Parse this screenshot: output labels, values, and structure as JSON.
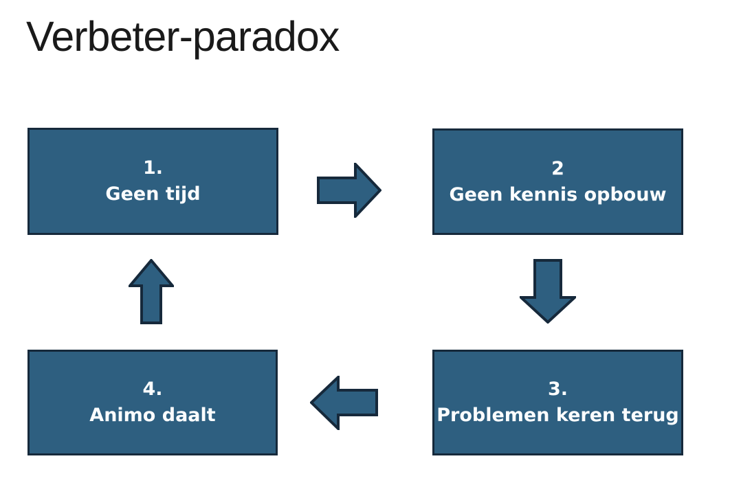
{
  "title": "Verbeter-paradox",
  "colors": {
    "background": "#FFFFFF",
    "box_fill": "#2E5F80",
    "box_border": "#16293B",
    "box_text": "#FBFDFE",
    "title_text": "#1A1A1A"
  },
  "diagram": {
    "type": "cycle",
    "nodes": [
      {
        "number": "1.",
        "label": "Geen tijd"
      },
      {
        "number": "2",
        "label": "Geen kennis opbouw"
      },
      {
        "number": "3.",
        "label": "Problemen keren terug"
      },
      {
        "number": "4.",
        "label": "Animo daalt"
      }
    ],
    "edges": [
      {
        "from": "1. Geen tijd",
        "to": "2 Geen kennis opbouw",
        "direction": "right"
      },
      {
        "from": "2 Geen kennis opbouw",
        "to": "3. Problemen keren terug",
        "direction": "down"
      },
      {
        "from": "3. Problemen keren terug",
        "to": "4. Animo daalt",
        "direction": "left"
      },
      {
        "from": "4. Animo daalt",
        "to": "1. Geen tijd",
        "direction": "up"
      }
    ]
  }
}
